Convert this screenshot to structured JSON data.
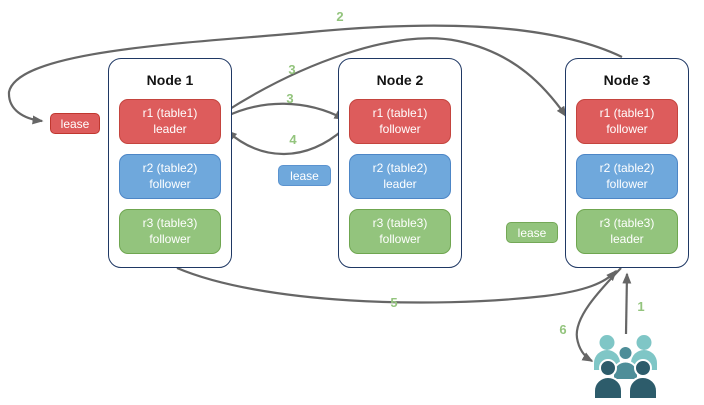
{
  "diagram": {
    "nodes": [
      {
        "title": "Node 1",
        "replicas": [
          {
            "line1": "r1 (table1)",
            "line2": "leader",
            "color": "red"
          },
          {
            "line1": "r2 (table2)",
            "line2": "follower",
            "color": "blue"
          },
          {
            "line1": "r3 (table3)",
            "line2": "follower",
            "color": "green"
          }
        ]
      },
      {
        "title": "Node 2",
        "replicas": [
          {
            "line1": "r1 (table1)",
            "line2": "follower",
            "color": "red"
          },
          {
            "line1": "r2 (table2)",
            "line2": "leader",
            "color": "blue"
          },
          {
            "line1": "r3 (table3)",
            "line2": "follower",
            "color": "green"
          }
        ]
      },
      {
        "title": "Node 3",
        "replicas": [
          {
            "line1": "r1 (table1)",
            "line2": "follower",
            "color": "red"
          },
          {
            "line1": "r2 (table2)",
            "line2": "follower",
            "color": "blue"
          },
          {
            "line1": "r3 (table3)",
            "line2": "leader",
            "color": "green"
          }
        ]
      }
    ],
    "leases": [
      {
        "label": "lease",
        "color": "red"
      },
      {
        "label": "lease",
        "color": "blue"
      },
      {
        "label": "lease",
        "color": "green"
      }
    ],
    "arrows": [
      {
        "label": "1",
        "from": "clients",
        "to": "node3"
      },
      {
        "label": "2",
        "from": "node3",
        "to": "lease-red"
      },
      {
        "label": "3",
        "from": "node1-r1-leader",
        "to": "node3-r1-follower"
      },
      {
        "label": "3",
        "from": "node1-r1-leader",
        "to": "node2-r1-follower"
      },
      {
        "label": "4",
        "from": "node2-r1-follower",
        "to": "node1-r1-leader"
      },
      {
        "label": "5",
        "from": "node1",
        "to": "node3"
      },
      {
        "label": "6",
        "from": "node3",
        "to": "clients"
      }
    ],
    "icons": {
      "clients": "users-icon"
    },
    "colors": {
      "replica_red": "#dd5c5c",
      "replica_blue": "#6fa8dc",
      "replica_green": "#93c47d",
      "node_border": "#1f3864",
      "arrow": "#666666",
      "step_label": "#93c47d",
      "users_light": "#7fc6c6",
      "users_mid": "#4e8e99",
      "users_dark": "#2d5c6b"
    }
  }
}
